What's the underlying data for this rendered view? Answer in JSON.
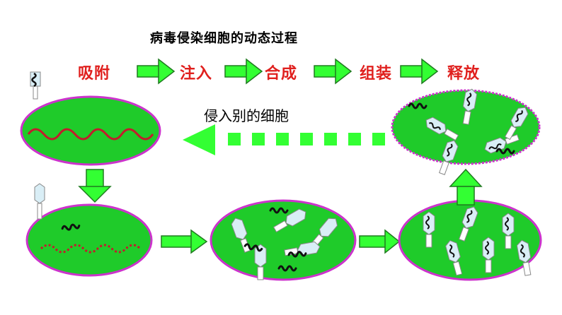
{
  "title": "病毒侵染细胞的动态过程",
  "steps": [
    "吸附",
    "注入",
    "合成",
    "组装",
    "释放"
  ],
  "caption": "侵入别的细胞",
  "colors": {
    "cell_fill": "#1fcb2a",
    "cell_border": "#cc33cc",
    "arrow": "#33ff33",
    "arrow_dark": "#1f7a1f",
    "step_text": "#e0201e",
    "phage_head": "#d9eef6",
    "phage_tail": "#ffffff",
    "dna_black": "#111111",
    "dna_red": "#c21d2c"
  },
  "icons": [
    "phage-icon",
    "dna-strand-icon",
    "flow-arrow-icon",
    "dotted-return-arrow-icon"
  ]
}
